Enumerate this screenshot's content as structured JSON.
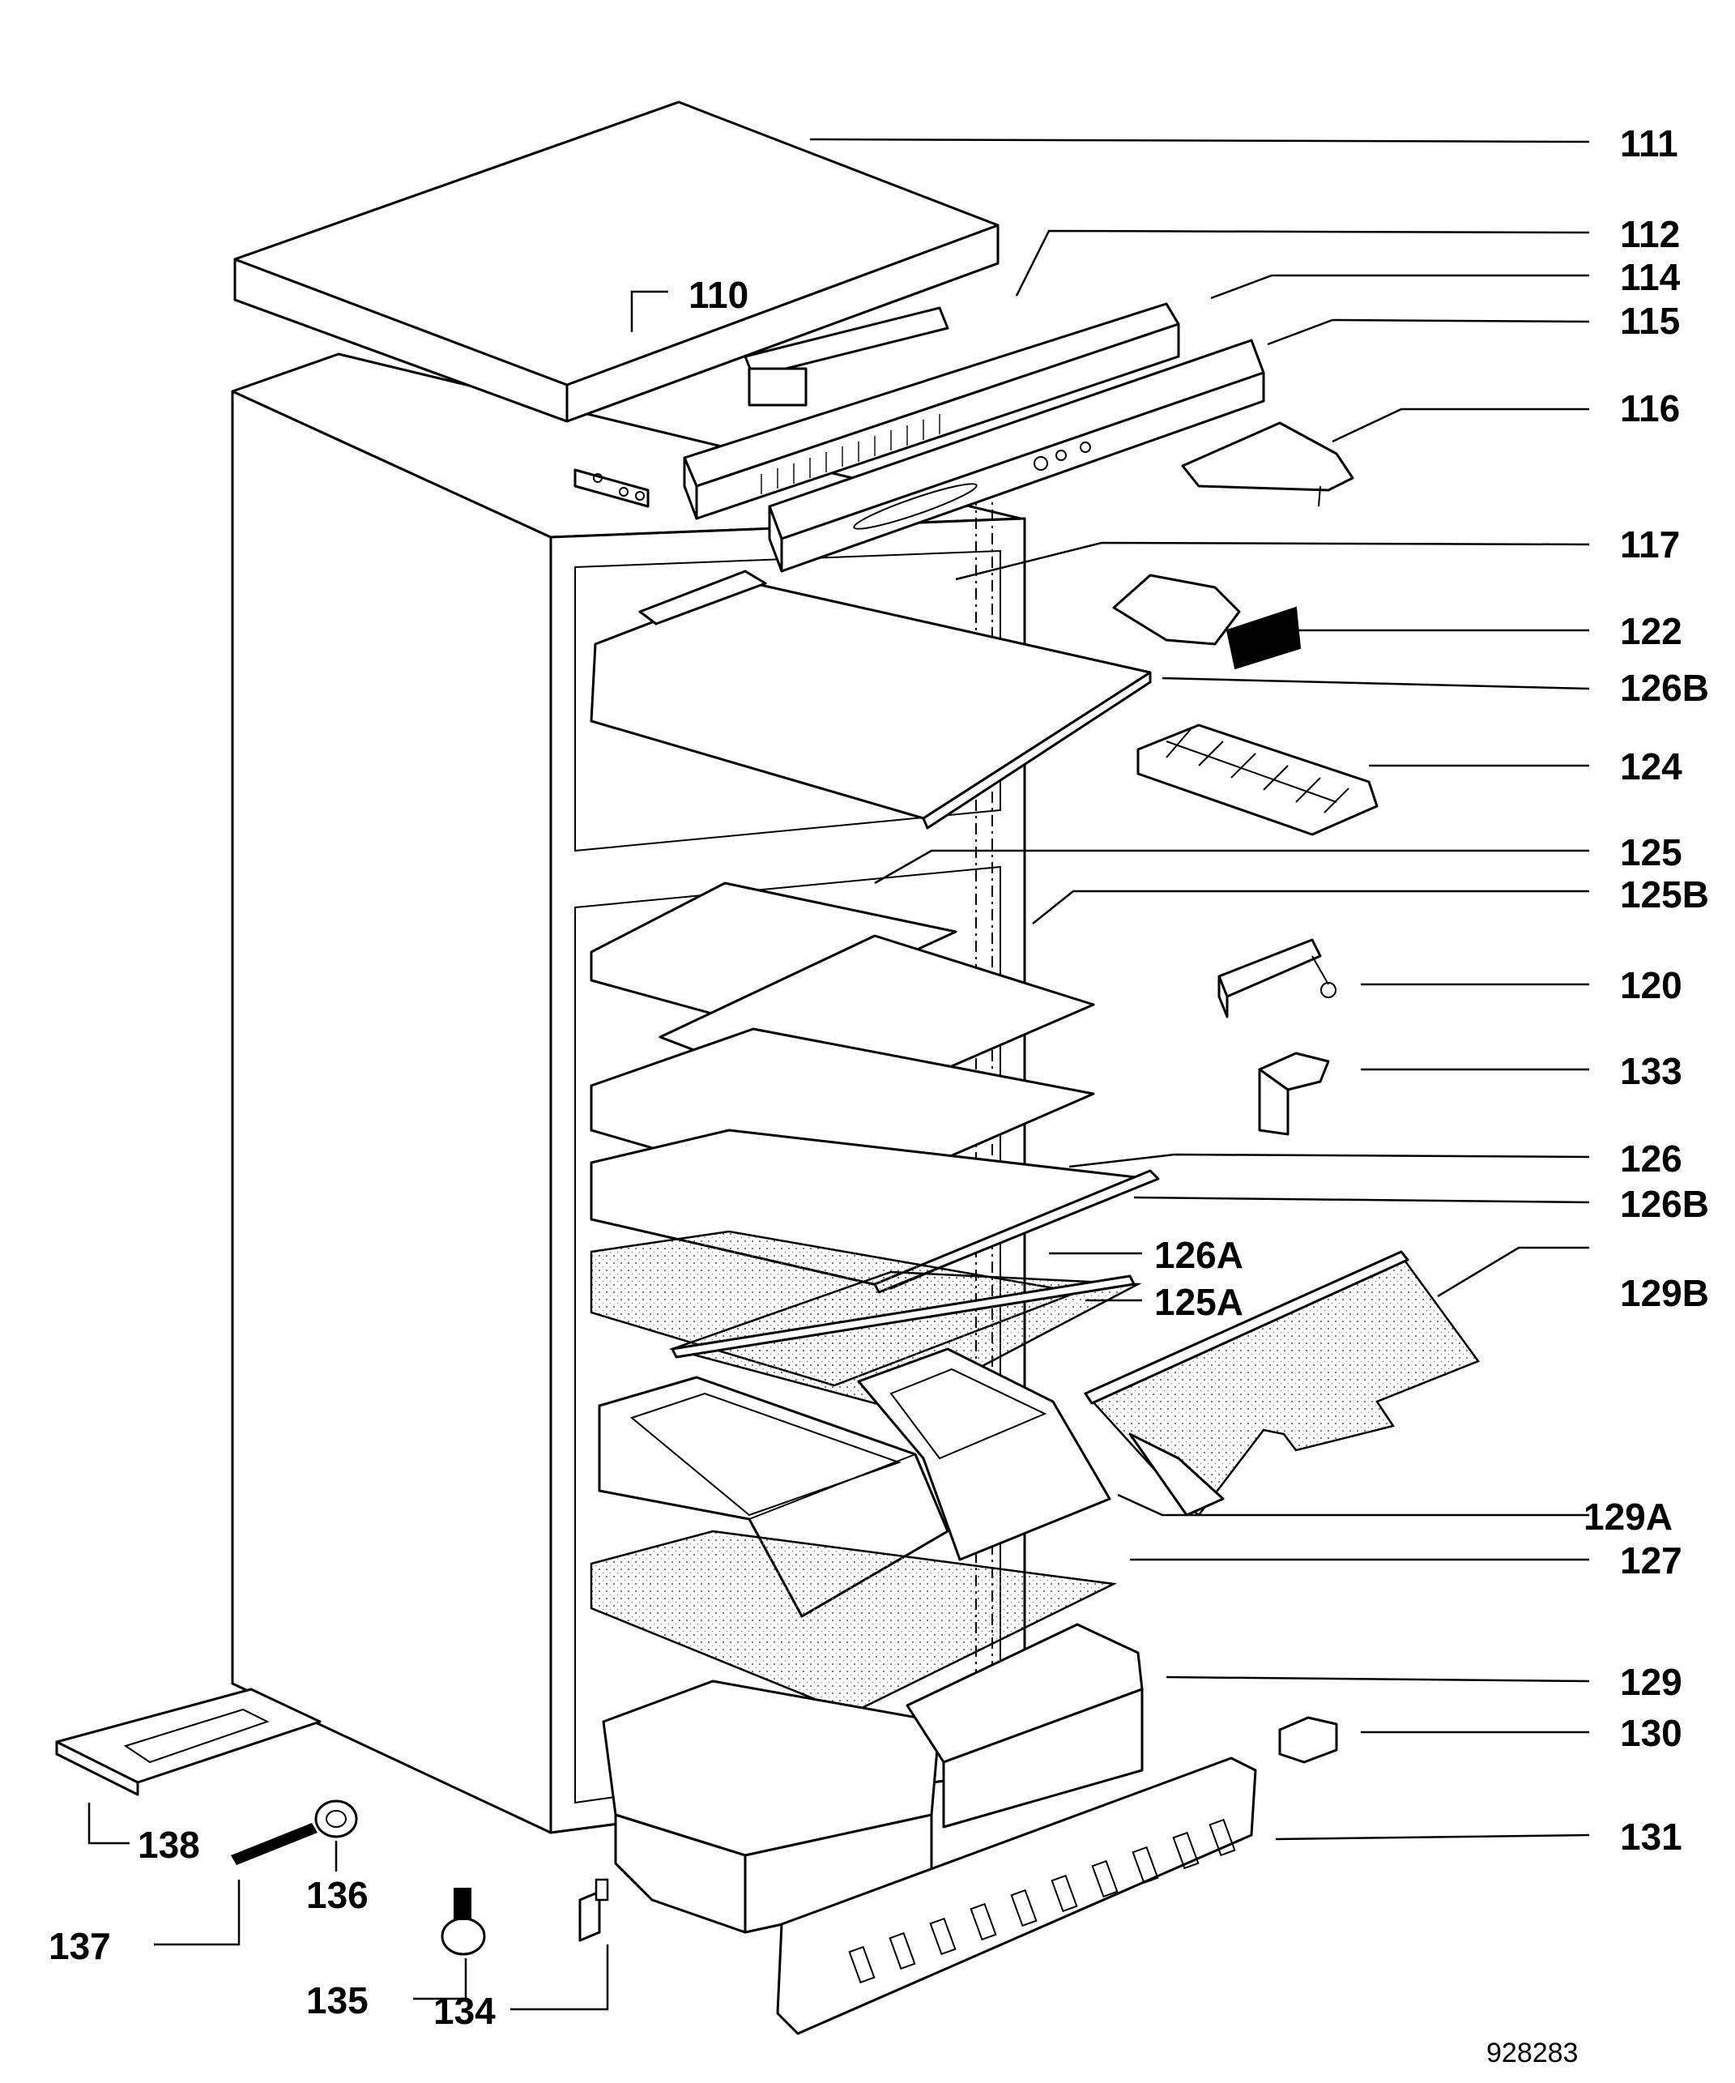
{
  "drawing_number": "928283",
  "callouts": [
    {
      "id": "111",
      "label": "111"
    },
    {
      "id": "112",
      "label": "112"
    },
    {
      "id": "114",
      "label": "114"
    },
    {
      "id": "115",
      "label": "115"
    },
    {
      "id": "116",
      "label": "116"
    },
    {
      "id": "117",
      "label": "117"
    },
    {
      "id": "122",
      "label": "122"
    },
    {
      "id": "126B-top",
      "label": "126B"
    },
    {
      "id": "124",
      "label": "124"
    },
    {
      "id": "125",
      "label": "125"
    },
    {
      "id": "125B",
      "label": "125B"
    },
    {
      "id": "120",
      "label": "120"
    },
    {
      "id": "133",
      "label": "133"
    },
    {
      "id": "126",
      "label": "126"
    },
    {
      "id": "126B-mid",
      "label": "126B"
    },
    {
      "id": "126A",
      "label": "126A"
    },
    {
      "id": "125A",
      "label": "125A"
    },
    {
      "id": "129B",
      "label": "129B"
    },
    {
      "id": "129A",
      "label": "129A"
    },
    {
      "id": "127",
      "label": "127"
    },
    {
      "id": "129",
      "label": "129"
    },
    {
      "id": "130",
      "label": "130"
    },
    {
      "id": "131",
      "label": "131"
    },
    {
      "id": "110",
      "label": "110"
    },
    {
      "id": "138",
      "label": "138"
    },
    {
      "id": "136",
      "label": "136"
    },
    {
      "id": "137",
      "label": "137"
    },
    {
      "id": "135",
      "label": "135"
    },
    {
      "id": "134",
      "label": "134"
    }
  ]
}
